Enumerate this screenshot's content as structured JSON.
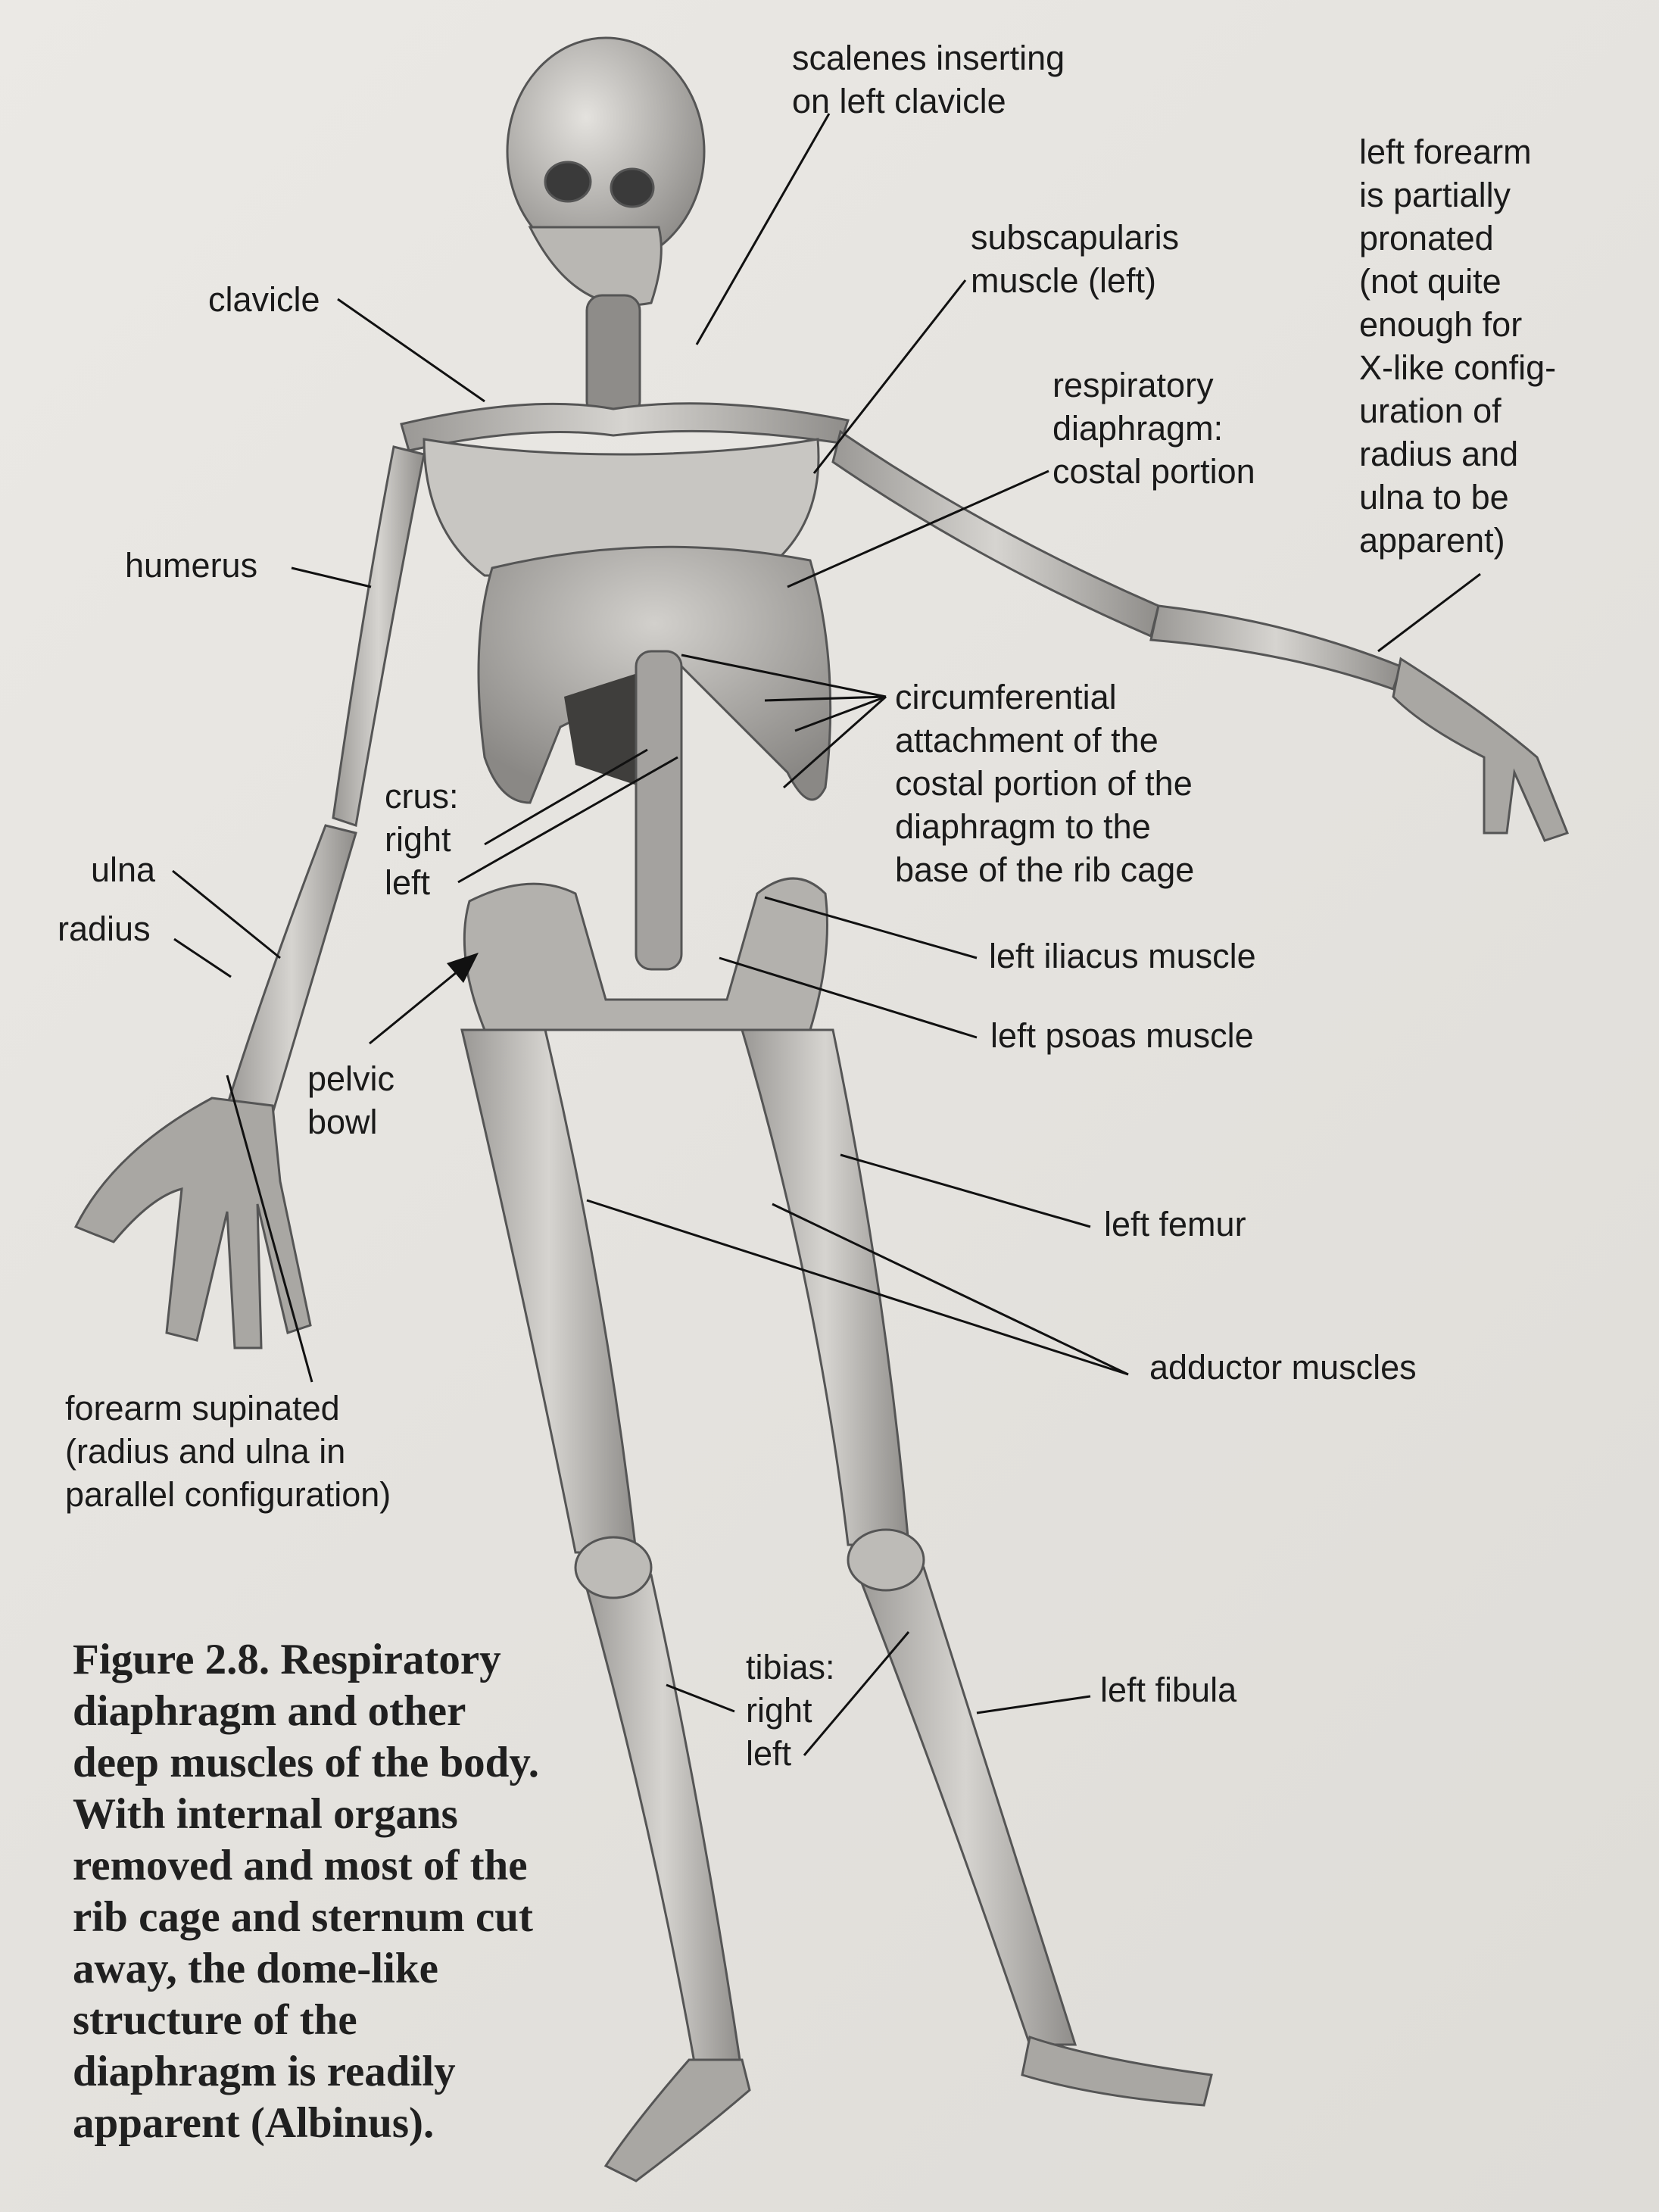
{
  "labels": {
    "scalenes": "scalenes inserting\non left clavicle",
    "forearm_pronated": "left forearm\nis partially\npronated\n(not quite\nenough for\nX-like config-\nuration of\nradius and\nulna to be\napparent)",
    "subscapularis": "subscapularis\nmuscle (left)",
    "clavicle": "clavicle",
    "diaphragm_costal": "respiratory\ndiaphragm:\ncostal portion",
    "humerus": "humerus",
    "circumferential": "circumferential\nattachment of the\ncostal portion of the\ndiaphragm to the\nbase of the rib cage",
    "crus": "crus:\nright\nleft",
    "ulna": "ulna",
    "radius": "radius",
    "iliacus": "left iliacus muscle",
    "psoas": "left psoas muscle",
    "pelvic_bowl": "pelvic\nbowl",
    "femur": "left femur",
    "adductor": "adductor muscles",
    "forearm_supinated": "forearm supinated\n(radius and ulna in\nparallel configuration)",
    "tibias": "tibias:\nright\nleft",
    "fibula": "left fibula"
  },
  "caption": "Figure 2.8. Respiratory diaphragm and other deep muscles of the body. With internal organs removed and most of the rib cage and sternum cut away, the dome-like structure of the diaphragm is readily apparent (Albinus)."
}
